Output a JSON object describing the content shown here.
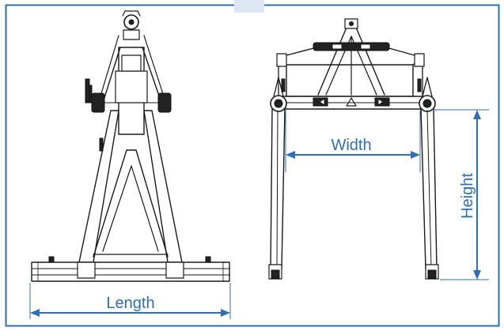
{
  "figure": {
    "border_color": "#2e6fb5",
    "dimension_color": "#2e6fb5",
    "top_tab_color": "#dfe6f3"
  },
  "labels": {
    "length": "Length",
    "width": "Width",
    "height": "Height"
  }
}
